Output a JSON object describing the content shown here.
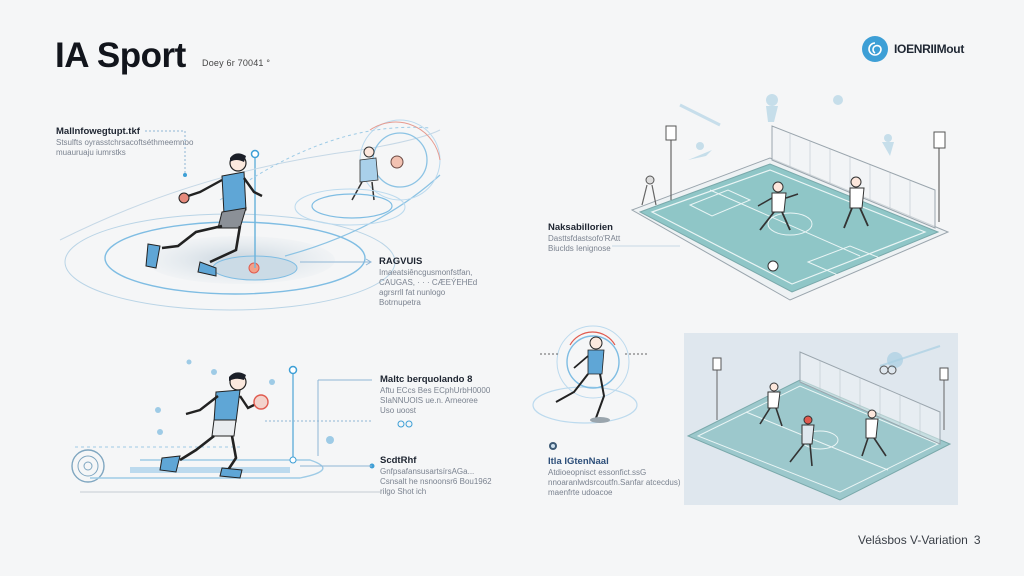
{
  "header": {
    "title": "IA Sport",
    "subtitle": "Doey 6r 70041 °"
  },
  "brand": {
    "name": "IOENRIIMout",
    "logo_icon": "swirl-logo-icon",
    "logo_color": "#3d9fd6"
  },
  "annotations": [
    {
      "id": "top-left",
      "title": "Mallnfowegtupt.tkf",
      "body": "Stsulfts oyrasstchrsacoftséthmeemnoo\nmuauruaju iumrstks"
    },
    {
      "id": "top-mid",
      "title": "RAGVUIS",
      "body": "Imaeatsiêncgusmonfstfan,\nCAUGAS, · · · CÆEÝEHEd\nagrsrrll fat nunlogo\nBotrnupetra"
    },
    {
      "id": "top-right",
      "title": "Naksabillorien",
      "body": "Dasttsfdastsofo'RAtt\nBiuclds Ienignose"
    },
    {
      "id": "bottom-mid-1",
      "title": "Maltc berquolando 8",
      "body": "Aftu ECcs Bes ECphUrbH0000\nSIaNNUOIS ue.n. Arneoree\nUso uoost"
    },
    {
      "id": "bottom-mid-2",
      "title": "ScdtRhf",
      "body": "GnfpsafansusartsírsAGa...\nCsnsalt he nsnoonsr6 Bou1962\nrilgo Shot ich"
    },
    {
      "id": "bottom-right",
      "title": "Itla IGtenNaal",
      "body": "Atdioeopnisct essonfict.ssG\nnnoaranlwdsrcoutfn.Sanfar atcecdus)\nmaenfrte udoacoe"
    }
  ],
  "footer": {
    "label": "Velásbos V-Variation",
    "page_number": "3"
  },
  "colors": {
    "accent_blue": "#3d9fd6",
    "court_teal": "#8fc6c7",
    "line_blue": "#6fb5dc",
    "highlight_red": "#e05a4e"
  },
  "illustrations": [
    {
      "id": "runner-top-left",
      "icon": "sprinter-with-rings-icon"
    },
    {
      "id": "court-top-right",
      "icon": "isometric-sports-court-icon"
    },
    {
      "id": "runner-bottom-left",
      "icon": "sprinter-on-track-icon"
    },
    {
      "id": "runner-bottom-mid",
      "icon": "runner-in-target-rings-icon"
    },
    {
      "id": "court-bottom-right",
      "icon": "isometric-court-players-icon"
    }
  ]
}
